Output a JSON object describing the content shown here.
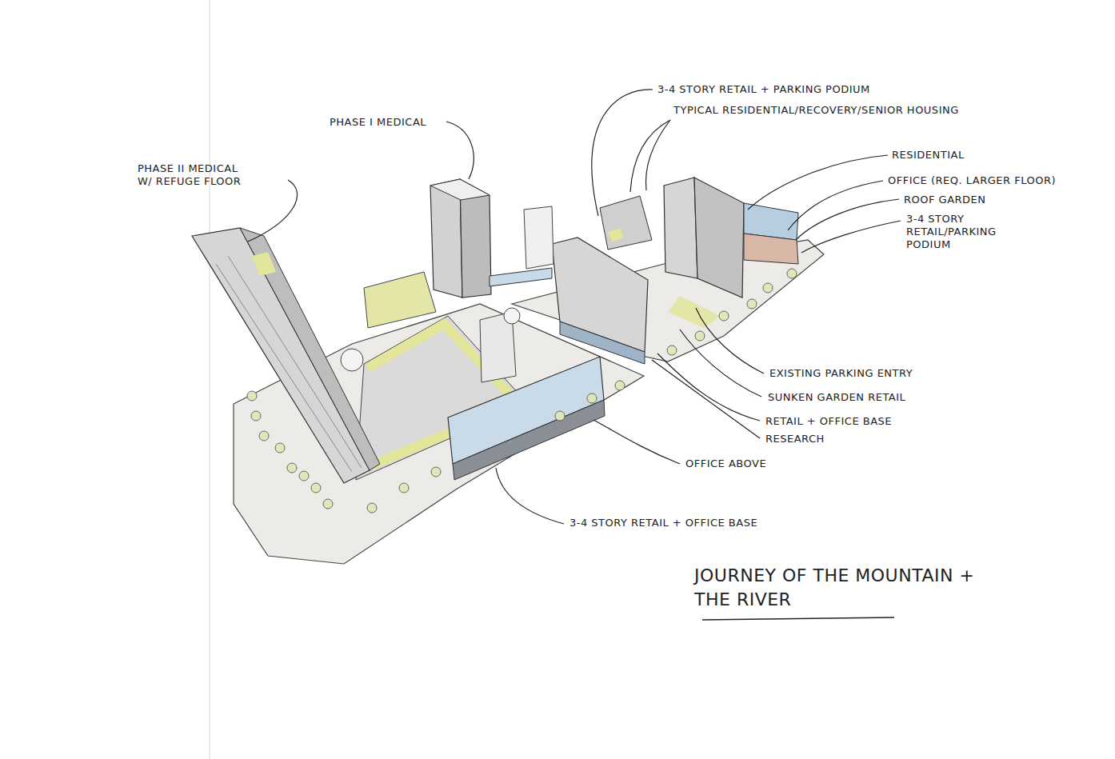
{
  "diagram": {
    "title": "JOURNEY OF THE MOUNTAIN + THE RIVER",
    "labels": [
      "PHASE II MEDICAL W/ REFUGE FLOOR",
      "PHASE I MEDICAL",
      "3-4 STORY RETAIL + PARKING PODIUM",
      "TYPICAL RESIDENTIAL/RECOVERY/SENIOR HOUSING",
      "RESIDENTIAL",
      "OFFICE (REQ. LARGER FLOOR)",
      "ROOF GARDEN",
      "3-4 STORY RETAIL/PARKING PODIUM",
      "EXISTING PARKING ENTRY",
      "SUNKEN GARDEN RETAIL",
      "RETAIL + OFFICE BASE",
      "RESEARCH",
      "OFFICE ABOVE",
      "3-4 STORY RETAIL + OFFICE BASE"
    ]
  }
}
